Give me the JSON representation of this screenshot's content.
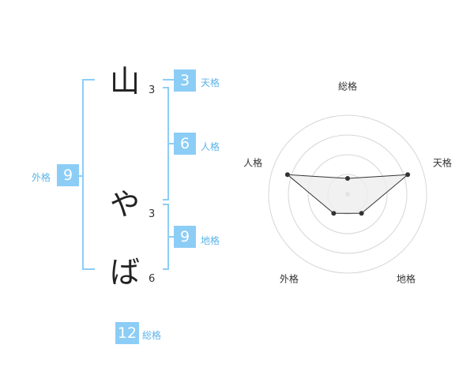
{
  "name_chars": [
    {
      "char": "山",
      "strokes": "3"
    },
    {
      "char": "や",
      "strokes": "3"
    },
    {
      "char": "ば",
      "strokes": "6"
    }
  ],
  "fortune": {
    "tenkaku": {
      "value": "3",
      "label": "天格"
    },
    "jinkaku": {
      "value": "6",
      "label": "人格"
    },
    "chikaku": {
      "value": "9",
      "label": "地格"
    },
    "gaikaku": {
      "value": "9",
      "label": "外格"
    },
    "soukaku": {
      "value": "12",
      "label": "総格"
    }
  },
  "colors": {
    "accent": "#8ccdf6",
    "label_text": "#5bb4ea",
    "radar_fill": "#eeeeee",
    "radar_line": "#333333"
  },
  "chart_data": {
    "type": "radar",
    "axes": [
      "総格",
      "天格",
      "地格",
      "外格",
      "人格"
    ],
    "values": [
      0.2,
      0.8,
      0.3,
      0.3,
      0.8
    ],
    "range": [
      0,
      1
    ],
    "rings": 4
  }
}
